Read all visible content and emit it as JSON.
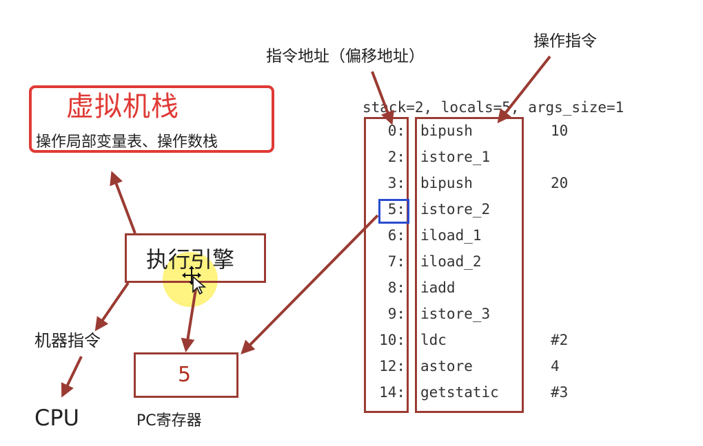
{
  "vm_stack": {
    "title": "虚拟机栈",
    "subtitle": "操作局部变量表、操作数栈"
  },
  "engine": {
    "label": "执行引擎"
  },
  "machine_instr": {
    "label": "机器指令"
  },
  "cpu": {
    "label": "CPU"
  },
  "pc_register": {
    "value": "5",
    "label": "PC寄存器"
  },
  "captions": {
    "address": "指令地址（偏移地址）",
    "operation": "操作指令"
  },
  "bytecode": {
    "header": "stack=2, locals=5, args_size=1",
    "highlighted_address": "5:",
    "rows": [
      {
        "addr": "0:",
        "op": "bipush",
        "arg": "10"
      },
      {
        "addr": "2:",
        "op": "istore_1",
        "arg": ""
      },
      {
        "addr": "3:",
        "op": "bipush",
        "arg": "20"
      },
      {
        "addr": "5:",
        "op": "istore_2",
        "arg": ""
      },
      {
        "addr": "6:",
        "op": "iload_1",
        "arg": ""
      },
      {
        "addr": "7:",
        "op": "iload_2",
        "arg": ""
      },
      {
        "addr": "8:",
        "op": "iadd",
        "arg": ""
      },
      {
        "addr": "9:",
        "op": "istore_3",
        "arg": ""
      },
      {
        "addr": "10:",
        "op": "ldc",
        "arg": "#2"
      },
      {
        "addr": "12:",
        "op": "astore",
        "arg": "4"
      },
      {
        "addr": "14:",
        "op": "getstatic",
        "arg": "#3"
      }
    ]
  },
  "colors": {
    "vm_box": "#e03a35",
    "arrow": "#9a3b33",
    "highlight": "#2a4ccf",
    "pc_value": "#b03020"
  },
  "icons": [
    "move-cursor-icon"
  ]
}
